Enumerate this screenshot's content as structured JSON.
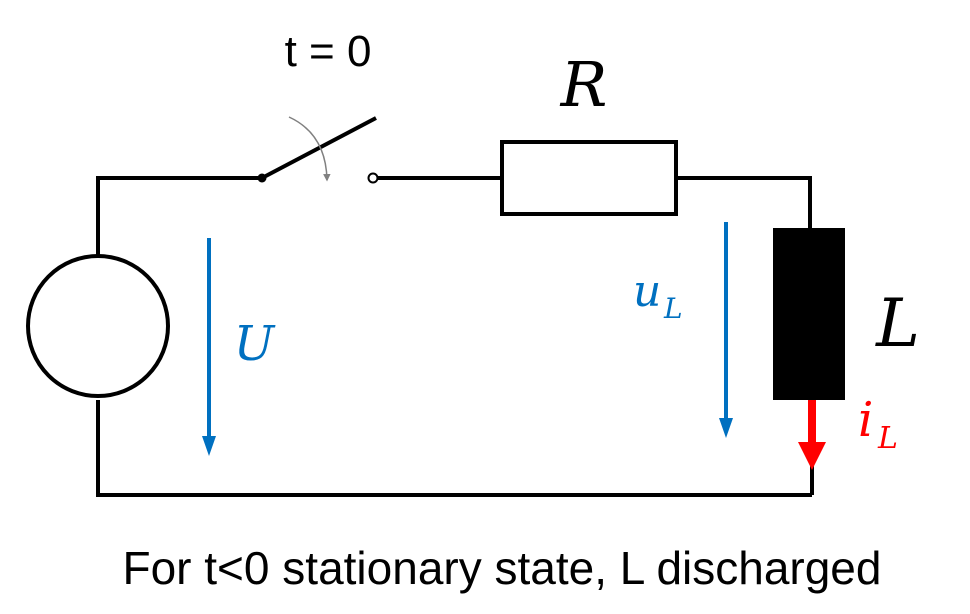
{
  "labels": {
    "switch_time": "t = 0",
    "resistor": "R",
    "inductor": "L",
    "source_voltage": "U",
    "inductor_voltage_base": "u",
    "inductor_voltage_sub": "L",
    "inductor_current_base": "i",
    "inductor_current_sub": "L",
    "caption": "For t<0 stationary state, L discharged"
  },
  "colors": {
    "wire": "#000000",
    "voltage_arrow": "#0070c0",
    "current_arrow": "#ff0000",
    "switch_arc": "#808080",
    "inductor_fill": "#000000",
    "background": "#ffffff"
  }
}
